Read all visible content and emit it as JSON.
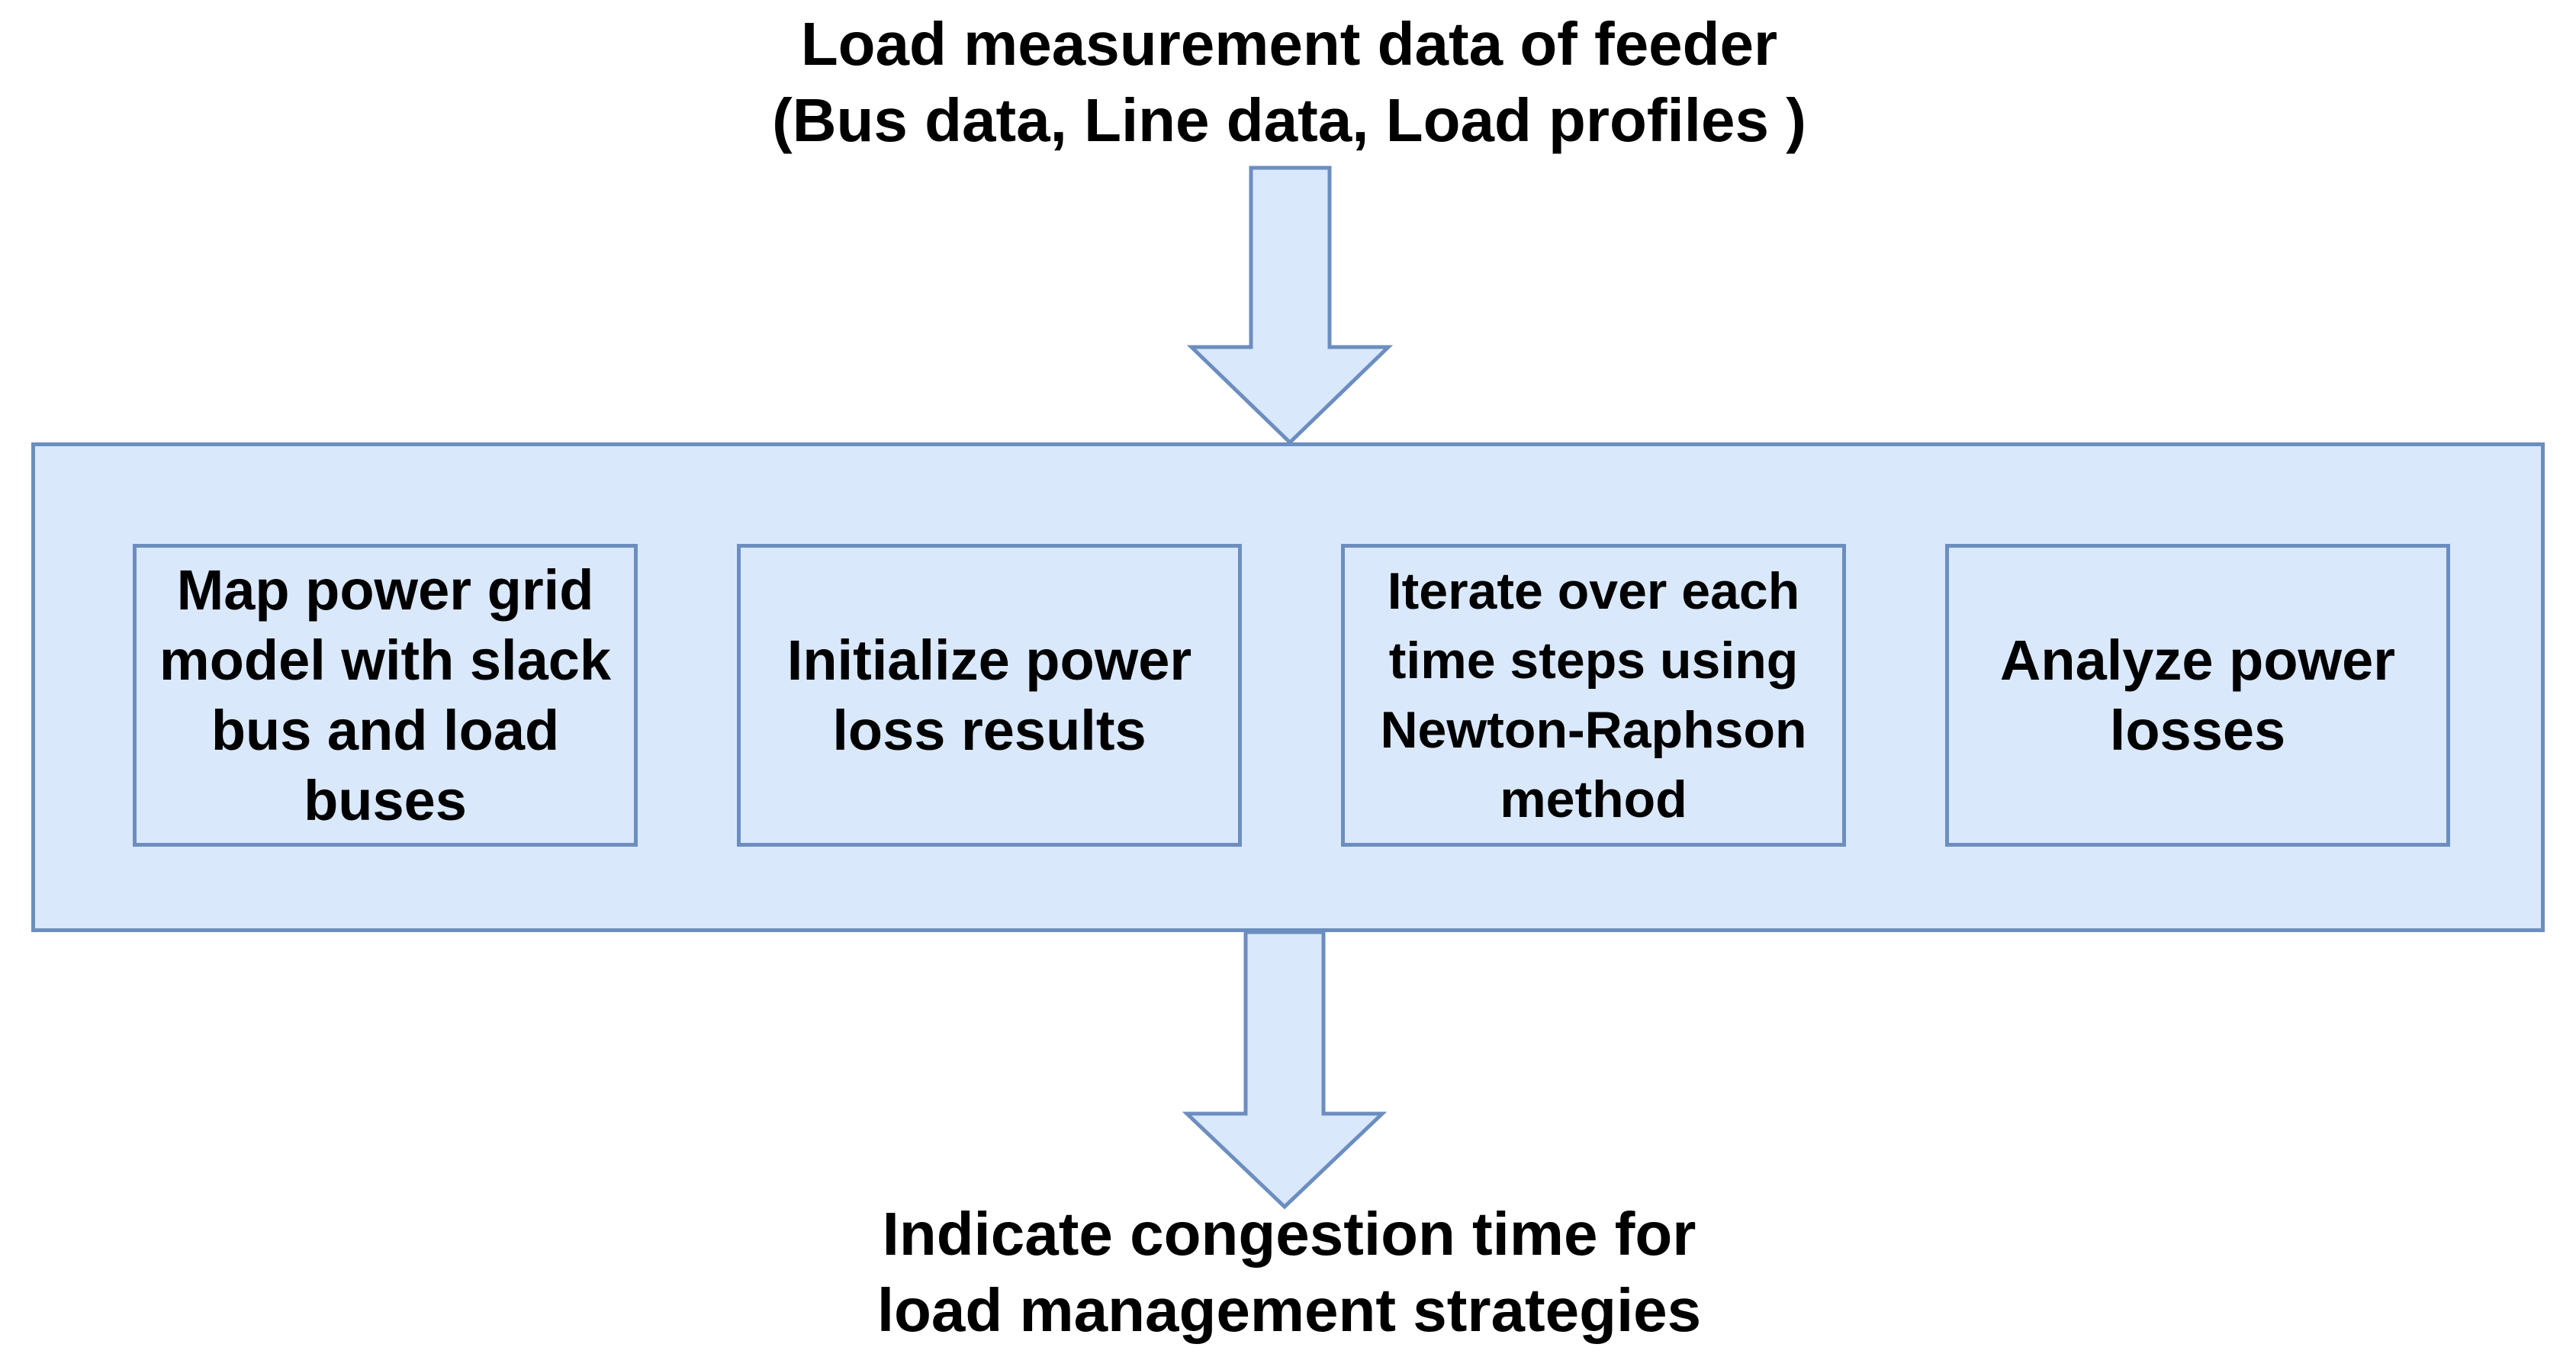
{
  "input": {
    "line1": "Load measurement data of feeder",
    "line2": "(Bus data, Line data, Load profiles )"
  },
  "steps": [
    {
      "label": "Map power grid model with slack bus and load buses"
    },
    {
      "label": "Initialize power loss results"
    },
    {
      "label": "Iterate over each time steps using Newton-Raphson method"
    },
    {
      "label": "Analyze power losses"
    }
  ],
  "output": {
    "line1": "Indicate congestion time for",
    "line2": "load management strategies"
  },
  "colors": {
    "fill": "#dae8fc",
    "stroke": "#6c8ebf"
  }
}
